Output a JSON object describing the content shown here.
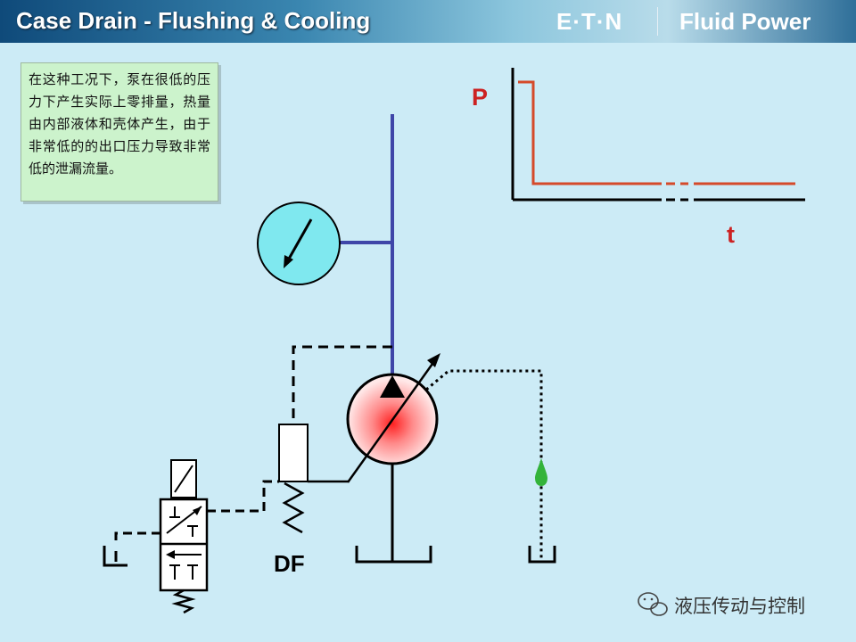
{
  "header": {
    "title": "Case Drain - Flushing & Cooling",
    "brand": "E·T·N",
    "tagline": "Fluid Power"
  },
  "note": {
    "text": "在这种工况下，泵在很低的压力下产生实际上零排量，热量由内部液体和壳体产生，由于非常低的的出口压力导致非常低的泄漏流量。"
  },
  "graph": {
    "y_label": "P",
    "x_label": "t"
  },
  "diagram": {
    "df_label": "DF"
  },
  "watermark": {
    "text": "液压传动与控制"
  },
  "colors": {
    "pressure_line": "#d54a2a",
    "main_line": "#3f46a8",
    "gauge_fill": "#7fe8ef",
    "label_red": "#cc2222",
    "drop_green": "#33b33a"
  }
}
